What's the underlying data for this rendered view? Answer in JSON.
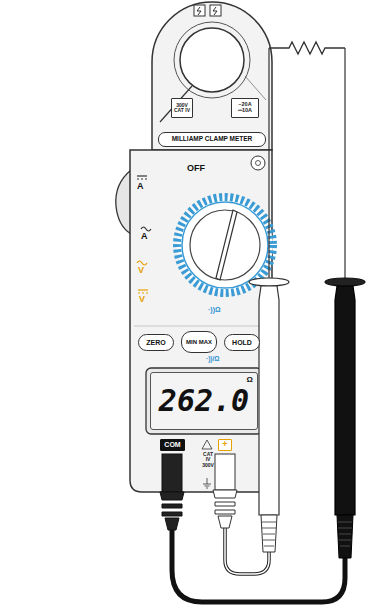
{
  "diagram": {
    "nodes": [
      {
        "text": [
          "300V CAT IV"
        ]
      },
      {
        "text": [
          "~20A",
          "⎓10A"
        ]
      },
      {
        "text": [
          "MILLIAMP CLAMP METER"
        ]
      },
      {
        "text": [
          "ZERO"
        ]
      },
      {
        "text": [
          "MIN MAX"
        ]
      },
      {
        "text": [
          "HOLD"
        ]
      },
      {
        "text": [
          "262.0",
          "Ω"
        ]
      },
      {
        "text": [
          "COM"
        ]
      },
      {
        "text": [
          "+"
        ]
      }
    ],
    "labels": [
      "OFF",
      "A",
      "A",
      "V",
      "V",
      "·))Ω",
      "·))/Ω",
      "CAT IV 300V"
    ]
  }
}
